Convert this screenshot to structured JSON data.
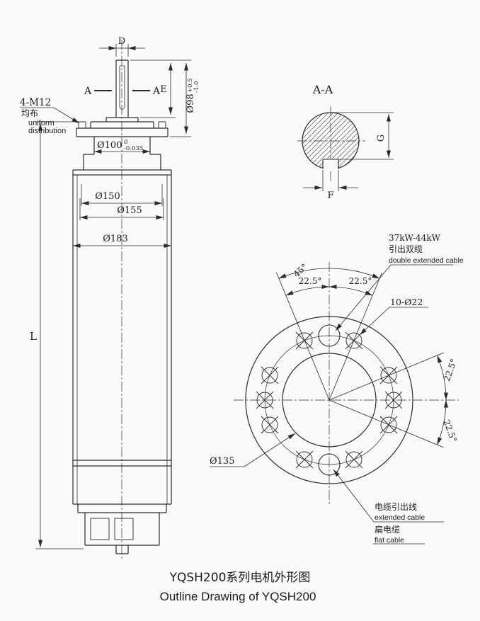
{
  "title": {
    "cn": "YQSH200系列电机外形图",
    "en": "Outline Drawing of YQSH200"
  },
  "side_view": {
    "dim_d": "D",
    "section_label_left": "A",
    "section_label_right": "A",
    "bolt_callout": {
      "spec": "4-M12",
      "cn": "均布",
      "en_line1": "uniform",
      "en_line2": "distribution"
    },
    "dim_e": "E",
    "dim_shaft": {
      "value": "Ø98",
      "tol_upper": "+0.5",
      "tol_lower": "-1.0"
    },
    "dim_spigot": {
      "value": "Ø100",
      "tol_upper": "0",
      "tol_lower": "-0.035"
    },
    "dim_150": "Ø150",
    "dim_155": "Ø155",
    "dim_183": "Ø183",
    "dim_l": "L"
  },
  "section_view": {
    "label": "A-A",
    "dim_g": "G",
    "dim_f": "F"
  },
  "flange_view": {
    "angle_45": "45°",
    "angle_22_top_left": "22.5°",
    "angle_22_top_right": "22.5°",
    "angle_22_right_upper": "22.5°",
    "angle_22_right_lower": "22.5°",
    "holes_callout": "10-Ø22",
    "double_cable": {
      "power": "37kW-44kW",
      "cn": "引出双缆",
      "en": "double extended cable"
    },
    "dim_135": "Ø135",
    "extended_cable": {
      "cn": "电缆引出线",
      "en": "extended cable"
    },
    "flat_cable": {
      "cn": "扁电缆",
      "en": "flat cable"
    }
  }
}
